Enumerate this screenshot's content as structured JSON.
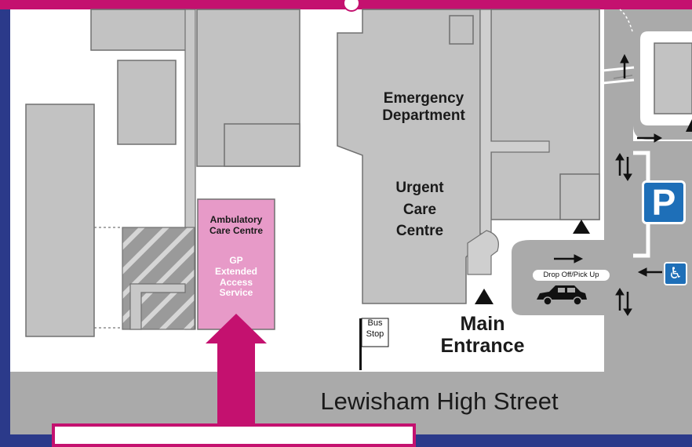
{
  "buildings": {
    "emergency_department": [
      "Emergency",
      "Department"
    ],
    "urgent_care_centre": [
      "Urgent",
      "Care",
      "Centre"
    ],
    "ambulatory_care_centre": [
      "Ambulatory",
      "Care Centre"
    ],
    "gp_extended_access_service": [
      "GP",
      "Extended",
      "Access",
      "Service"
    ]
  },
  "main_entrance": [
    "Main",
    "Entrance"
  ],
  "street_name": "Lewisham High Street",
  "bus_stop": [
    "Bus",
    "Stop"
  ],
  "drop_off_pick_up": "Drop Off/Pick Up",
  "parking_symbol": "P",
  "icons": {
    "parking": "parking-icon",
    "disabled": "wheelchair-icon",
    "car": "car-icon",
    "arrows": "direction-arrow-icon",
    "entrance_marker": "triangle-marker-icon"
  },
  "colors": {
    "frame": "#2b3a8a",
    "accent_magenta": "#c4116f",
    "building_highlight": "#e79ac8",
    "building": "#c2c2c2",
    "road": "#aaaaaa",
    "parking_blue": "#1e6fb8"
  }
}
